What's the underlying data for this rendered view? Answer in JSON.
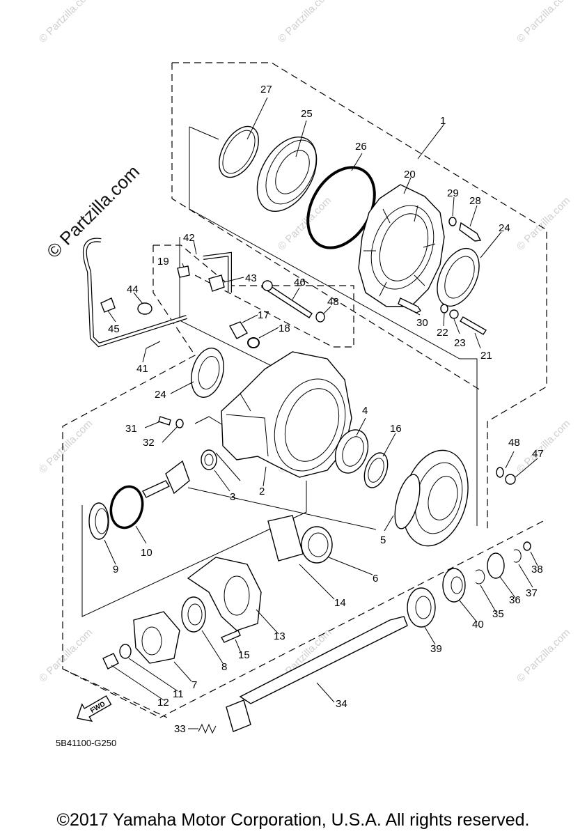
{
  "watermark": {
    "small": "© Partzilla.com",
    "large": "© Partzilla.com"
  },
  "figure_code": "5B41100-G250",
  "direction_label": "FWD",
  "copyright": "©2017 Yamaha Motor Corporation, U.S.A. All rights reserved.",
  "callouts": [
    "1",
    "2",
    "3",
    "4",
    "5",
    "6",
    "7",
    "8",
    "9",
    "10",
    "11",
    "12",
    "13",
    "14",
    "15",
    "16",
    "17",
    "18",
    "19",
    "20",
    "21",
    "22",
    "23",
    "24",
    "25",
    "26",
    "27",
    "28",
    "29",
    "30",
    "31",
    "32",
    "33",
    "34",
    "35",
    "36",
    "37",
    "38",
    "39",
    "40",
    "41",
    "42",
    "43",
    "44",
    "45",
    "46",
    "47",
    "48"
  ],
  "callouts_dup": {
    "c24b": "24",
    "c48b": "48"
  }
}
